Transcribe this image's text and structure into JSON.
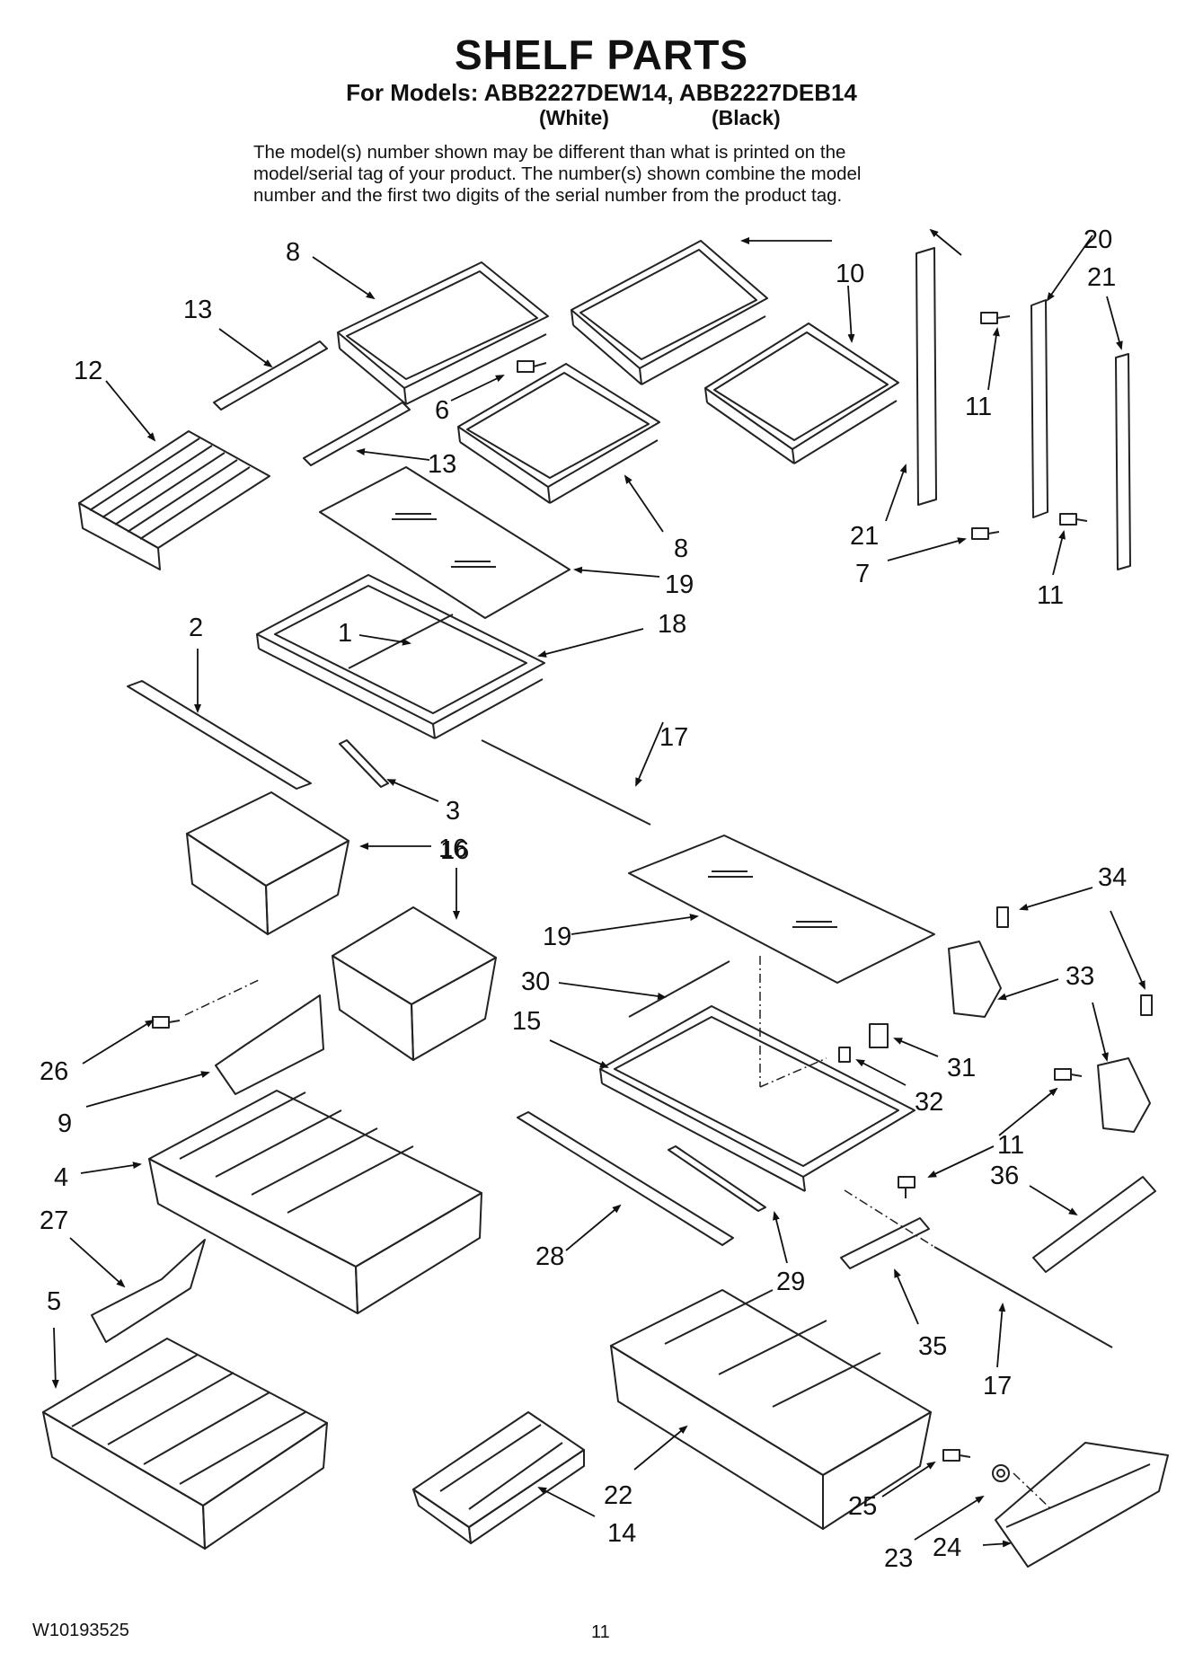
{
  "header": {
    "title": "SHELF PARTS",
    "models_line": "For Models: ABB2227DEW14, ABB2227DEB14",
    "variant_white": "(White)",
    "variant_black": "(Black)"
  },
  "disclaimer": [
    "The model(s) number shown may be different than what is printed on the",
    "model/serial tag of your product. The number(s) shown combine the model",
    "number and the first two digits of the serial number from the product tag."
  ],
  "callouts": [
    "8",
    "13",
    "12",
    "6",
    "13",
    "8",
    "19",
    "10",
    "11",
    "20",
    "21",
    "21",
    "7",
    "11",
    "2",
    "1",
    "18",
    "17",
    "3",
    "16",
    "16",
    "19",
    "34",
    "33",
    "30",
    "15",
    "31",
    "32",
    "26",
    "9",
    "11",
    "4",
    "36",
    "27",
    "28",
    "29",
    "35",
    "17",
    "5",
    "22",
    "14",
    "25",
    "23",
    "24"
  ],
  "footer": {
    "doc_number": "W10193525",
    "page_number": "11"
  }
}
